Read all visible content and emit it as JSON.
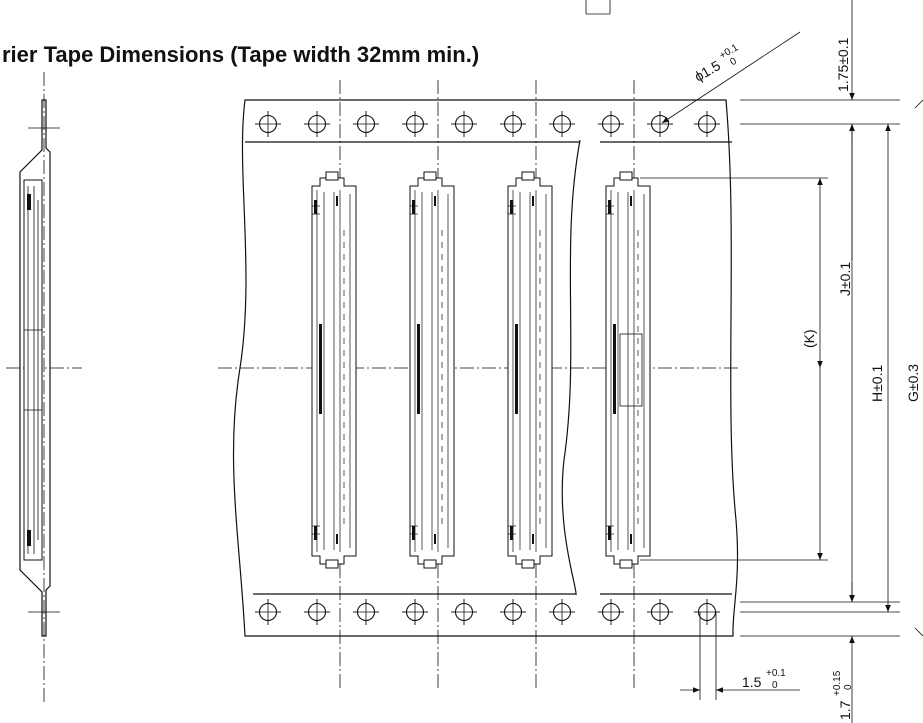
{
  "title": "rier Tape Dimensions (Tape width 32mm min.)",
  "dimensions": {
    "hole_dia": {
      "main": "ϕ1.5",
      "tol_upper": "+0.1",
      "tol_lower": "0"
    },
    "edge_to_hole": "1.75±0.1",
    "J": "J±0.1",
    "K": "(K)",
    "H": "H±0.1",
    "G": "G±0.3",
    "slot_width": {
      "main": "1.5",
      "tol_upper": "+0.1",
      "tol_lower": "0"
    },
    "slot_height": {
      "main": "1.7",
      "tol_upper": "+0.15",
      "tol_lower": "0"
    }
  }
}
